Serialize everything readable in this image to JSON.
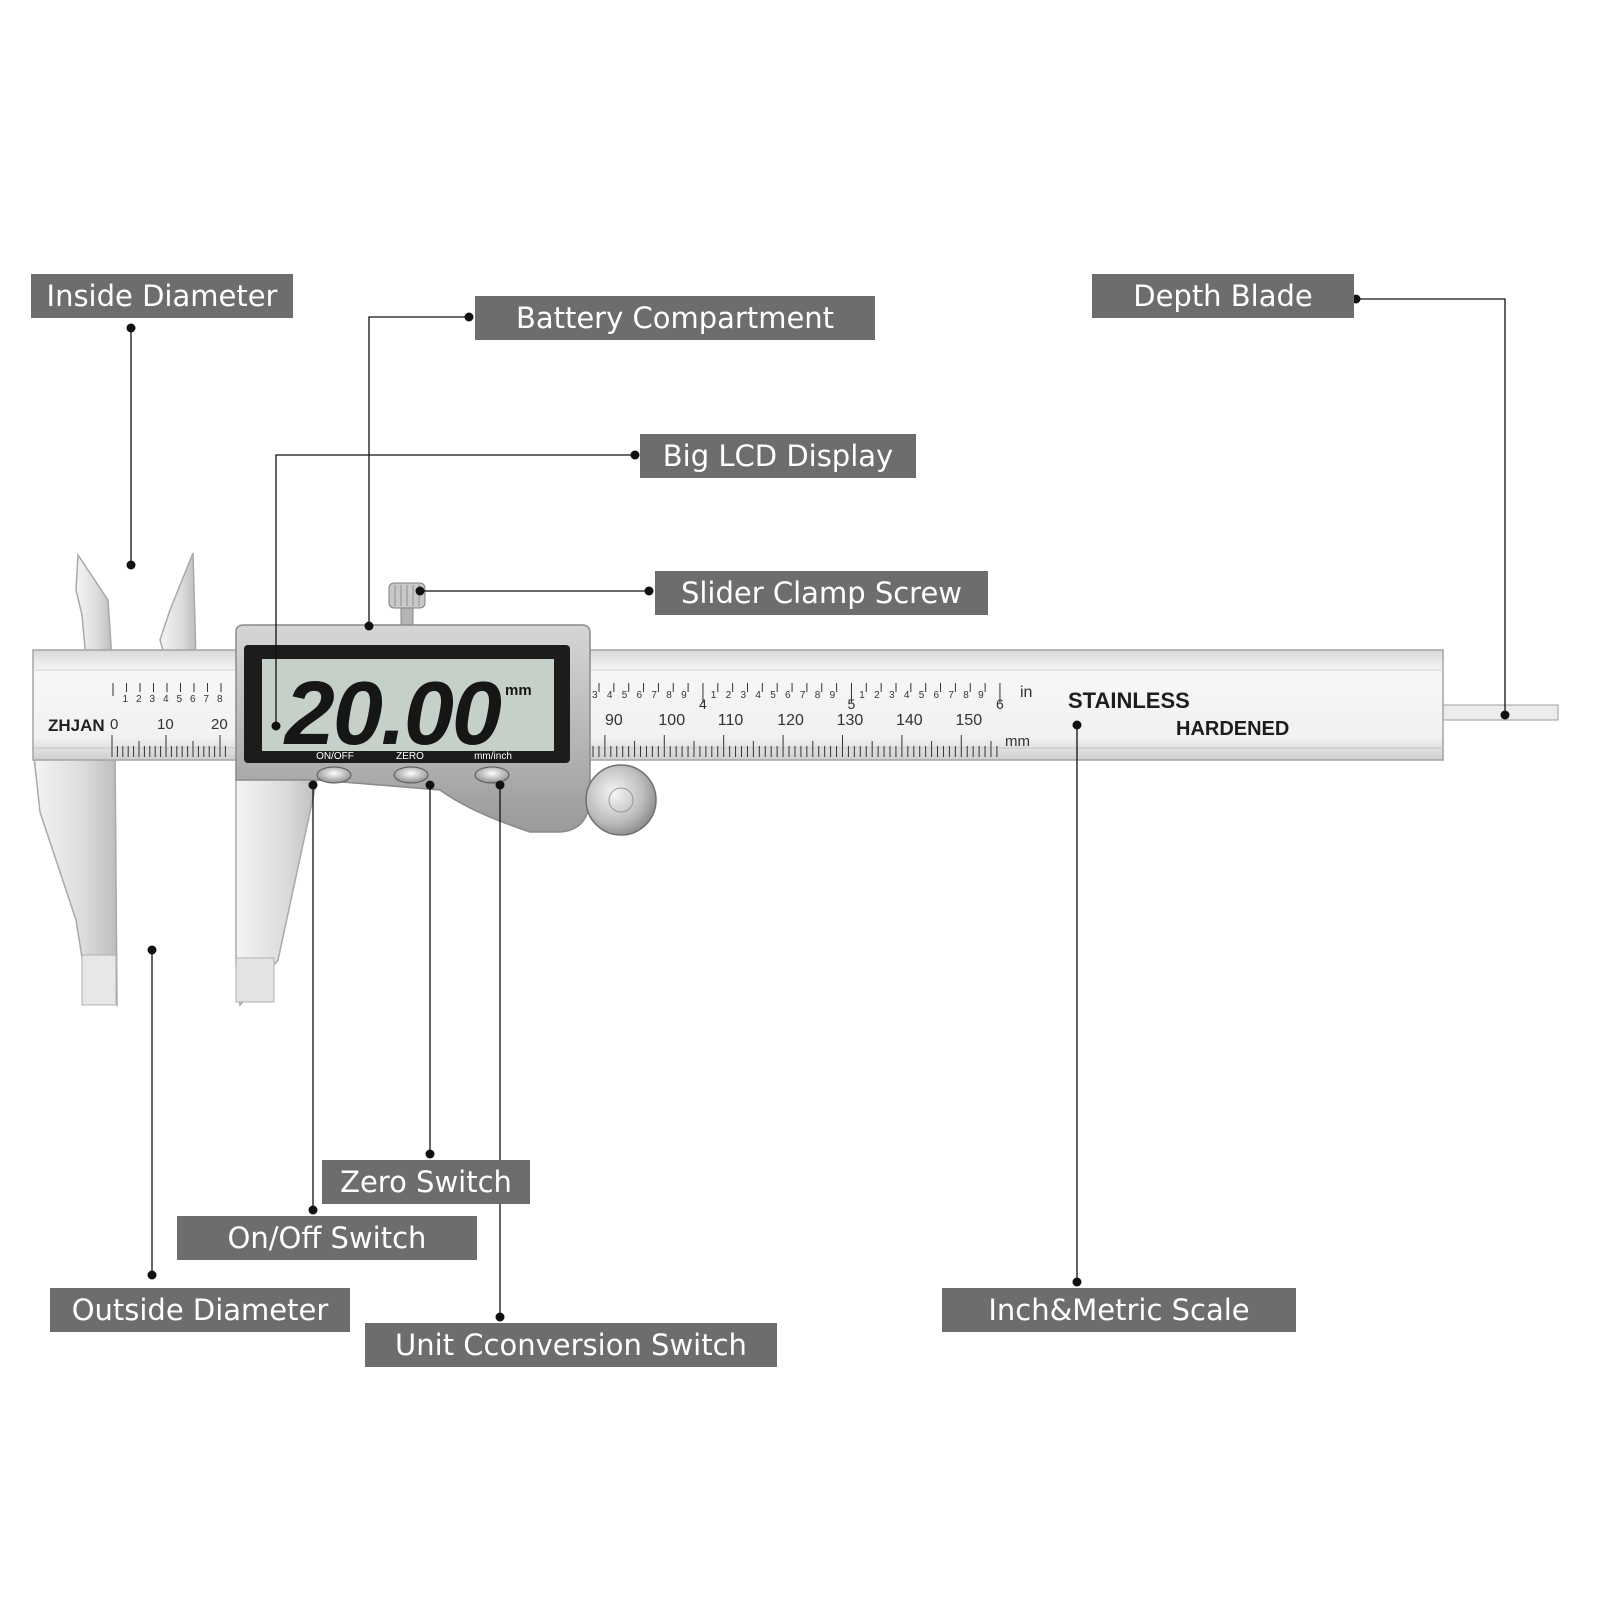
{
  "callouts": {
    "inside_diameter": "Inside Diameter",
    "battery_compartment": "Battery Compartment",
    "depth_blade": "Depth Blade",
    "big_lcd_display": "Big LCD Display",
    "slider_clamp_screw": "Slider Clamp Screw",
    "zero_switch": "Zero Switch",
    "on_off_switch": "On/Off Switch",
    "outside_diameter": "Outside Diameter",
    "unit_conversion_switch": "Unit Cconversion Switch",
    "inch_metric_scale": "Inch&Metric Scale"
  },
  "caliper": {
    "brand": "ZHJAN",
    "lcd_value": "20.00",
    "lcd_unit": "mm",
    "buttons": {
      "on_off": "ON/OFF",
      "zero": "ZERO",
      "mm_inch": "mm/inch"
    },
    "text_stainless": "STAINLESS",
    "text_hardened": "HARDENED",
    "unit_in": "in",
    "unit_mm": "mm",
    "inch_marks_left": [
      "1",
      "2",
      "3",
      "4",
      "5",
      "6",
      "7",
      "8"
    ],
    "inch_marks_beam": [
      "3",
      "4",
      "5",
      "6",
      "7",
      "8",
      "9",
      "4",
      "1",
      "2",
      "3",
      "4",
      "5",
      "6",
      "7",
      "8",
      "9",
      "5",
      "1",
      "2",
      "3",
      "4",
      "5",
      "6",
      "7",
      "8",
      "9",
      "6"
    ],
    "metric_left": [
      "0",
      "10",
      "20"
    ],
    "metric_beam": [
      "90",
      "100",
      "110",
      "120",
      "130",
      "140",
      "150"
    ]
  },
  "colors": {
    "callout_bg": "#6d6d6d",
    "lcd_bg": "#c5d0c8",
    "steel": "#e4e4e4"
  }
}
